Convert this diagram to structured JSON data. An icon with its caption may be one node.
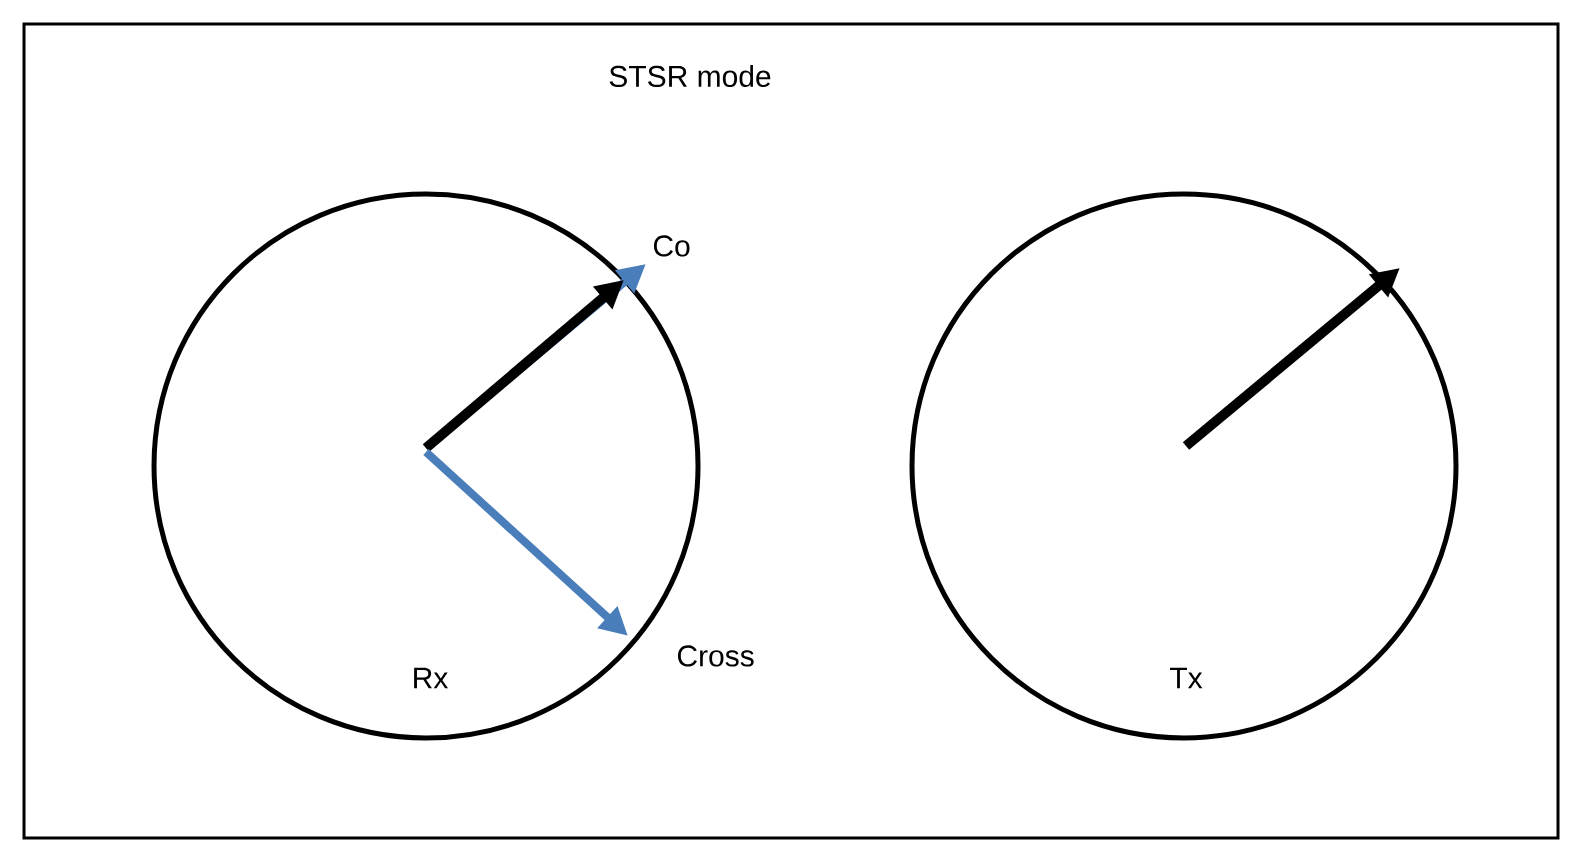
{
  "diagram": {
    "title": "STSR mode",
    "nodes": [
      {
        "text": [
          "Rx"
        ]
      },
      {
        "text": [
          "Tx"
        ]
      }
    ],
    "labels": [
      "Co",
      "Cross"
    ]
  }
}
